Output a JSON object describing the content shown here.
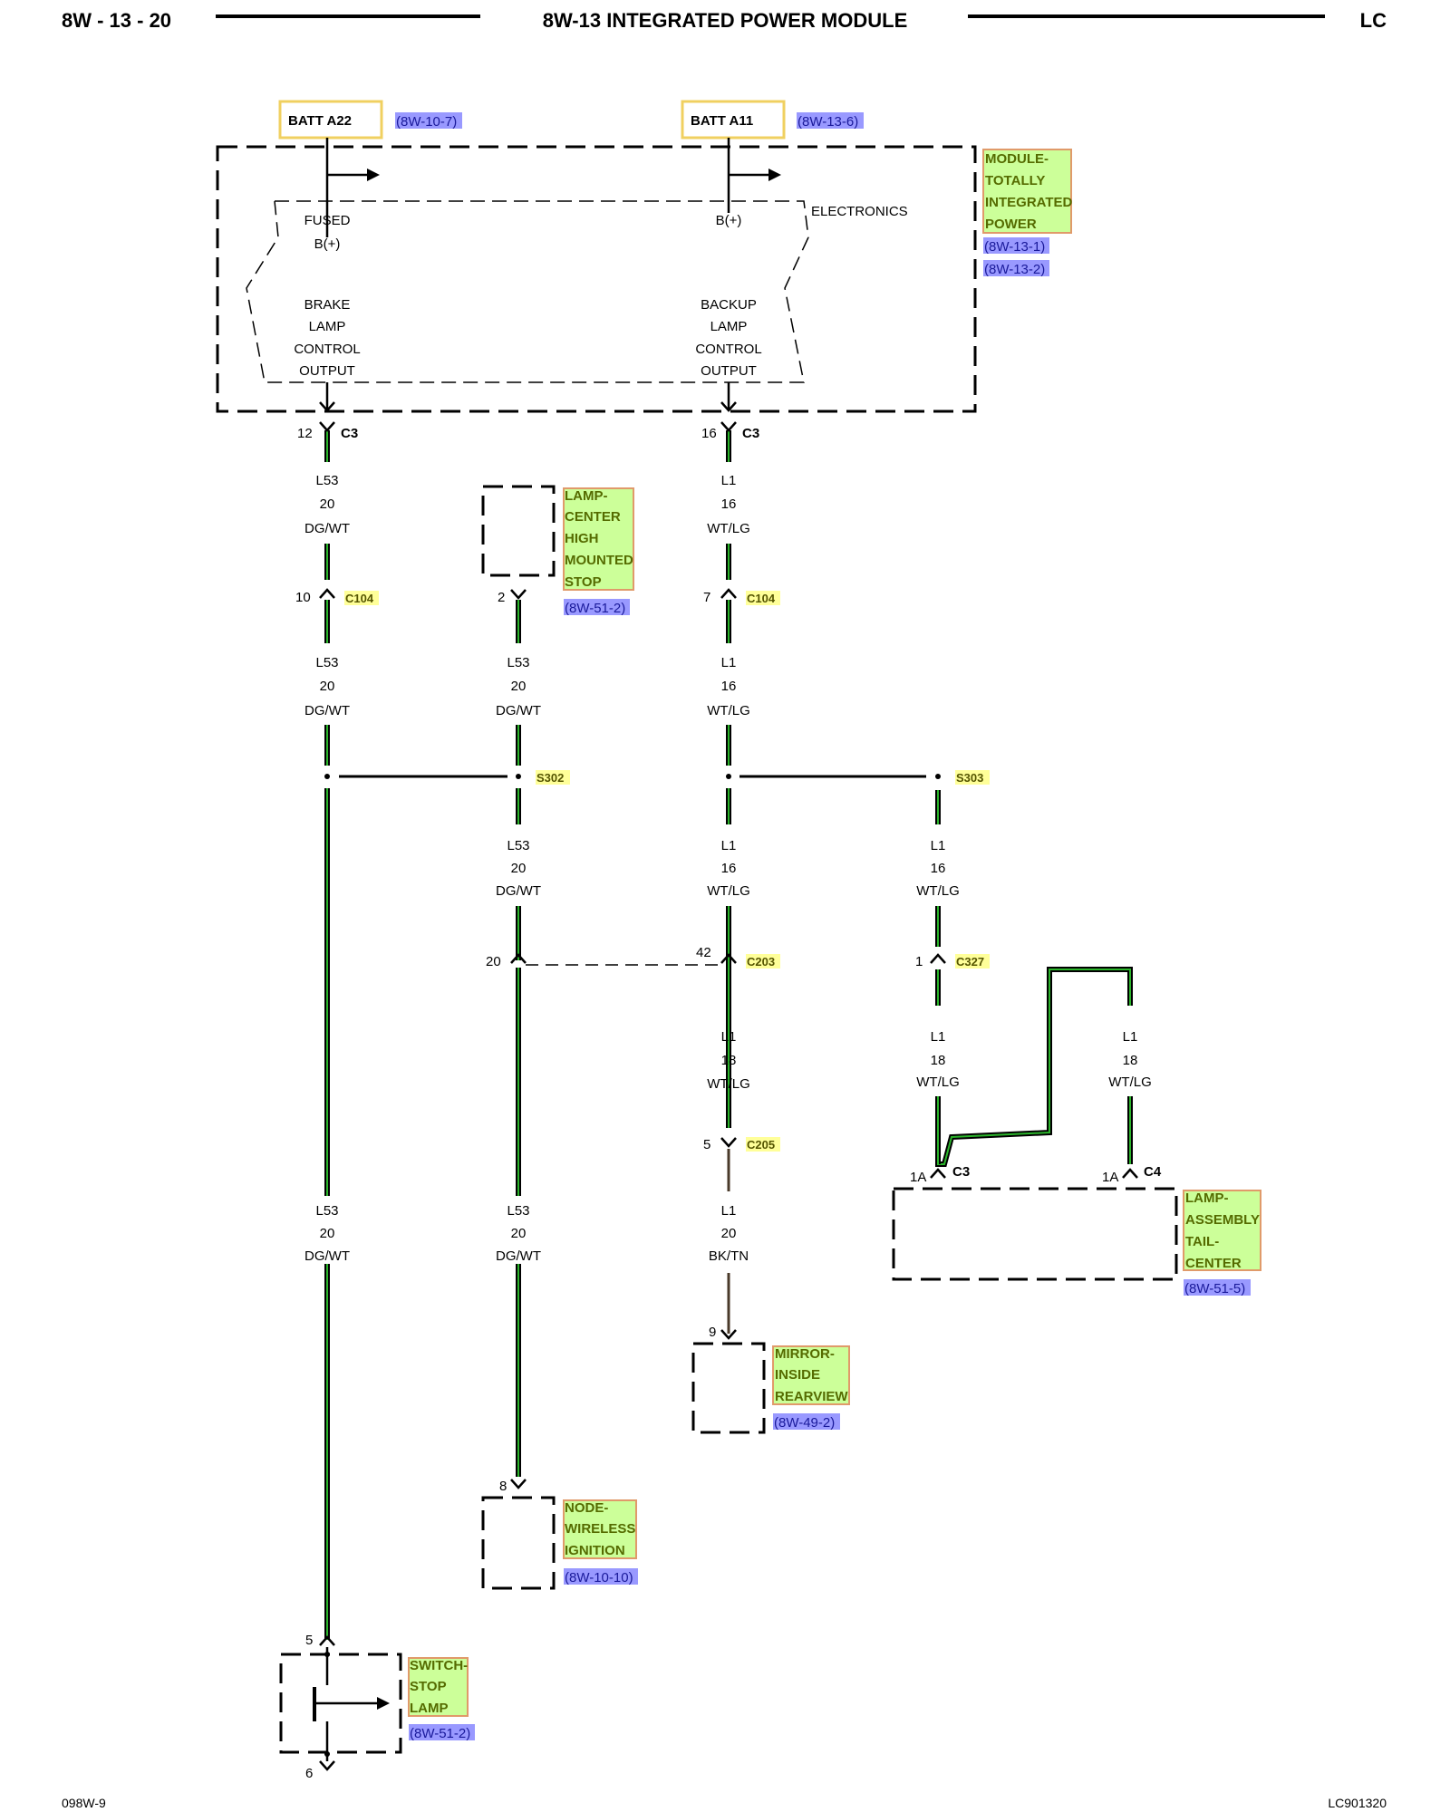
{
  "header": {
    "page_code": "8W - 13 - 20",
    "title": "8W-13 INTEGRATED POWER MODULE",
    "model": "LC"
  },
  "footer": {
    "left": "098W-9",
    "right": "LC901320"
  },
  "sources": {
    "batt_a22": {
      "label": "BATT A22",
      "ref": "(8W-10-7)"
    },
    "batt_a11": {
      "label": "BATT A11",
      "ref": "(8W-13-6)"
    }
  },
  "module": {
    "name": [
      "MODULE-",
      "TOTALLY",
      "INTEGRATED",
      "POWER"
    ],
    "refs": [
      "(8W-13-1)",
      "(8W-13-2)"
    ],
    "electronics": "ELECTRONICS",
    "fused_label": [
      "FUSED",
      "B(+)"
    ],
    "bplus_label": "B(+)",
    "brake_output": [
      "BRAKE",
      "LAMP",
      "CONTROL",
      "OUTPUT"
    ],
    "backup_output": [
      "BACKUP",
      "LAMP",
      "CONTROL",
      "OUTPUT"
    ]
  },
  "connectors": {
    "c3_brake": {
      "pin": "12",
      "name": "C3"
    },
    "c3_backup": {
      "pin": "16",
      "name": "C3"
    },
    "c104_left": {
      "pin": "10",
      "name": "C104"
    },
    "c104_right": {
      "pin": "7",
      "name": "C104"
    },
    "chmsl_pin": "2",
    "s302": "S302",
    "s303": "S303",
    "c203_left_pin": "20",
    "c203_right_pin": "42",
    "c203": "C203",
    "c327_pin": "1",
    "c327": "C327",
    "c205_pin": "5",
    "c205": "C205",
    "tail_c3_pin": "1A",
    "tail_c3": "C3",
    "tail_c4_pin": "1A",
    "tail_c4": "C4",
    "mirror_pin": "9",
    "wireless_pin": "8",
    "switch_top_pin": "5",
    "switch_bottom_pin": "6"
  },
  "wires": {
    "l53_20_dgwt": [
      "L53",
      "20",
      "DG/WT"
    ],
    "l1_16_wtlg": [
      "L1",
      "16",
      "WT/LG"
    ],
    "l1_18_wtlg": [
      "L1",
      "18",
      "WT/LG"
    ],
    "l1_20_bktn": [
      "L1",
      "20",
      "BK/TN"
    ]
  },
  "components": {
    "chmsl": {
      "name": [
        "LAMP-",
        "CENTER",
        "HIGH",
        "MOUNTED",
        "STOP"
      ],
      "ref": "(8W-51-2)"
    },
    "tail": {
      "name": [
        "LAMP-",
        "ASSEMBLY",
        "TAIL-",
        "CENTER"
      ],
      "ref": "(8W-51-5)"
    },
    "mirror": {
      "name": [
        "MIRROR-",
        "INSIDE",
        "REARVIEW"
      ],
      "ref": "(8W-49-2)"
    },
    "wireless": {
      "name": [
        "NODE-",
        "WIRELESS",
        "IGNITION"
      ],
      "ref": "(8W-10-10)"
    },
    "switch": {
      "name": [
        "SWITCH-",
        "STOP",
        "LAMP"
      ],
      "ref": "(8W-51-2)"
    }
  },
  "colors": {
    "wire_green": "#2bb52b",
    "wire_brown": "#4a3a2a",
    "label_fill": "#ccff99",
    "label_border": "#e09a6a",
    "ref_fill": "#9999ff",
    "connector_fill": "#ffff99",
    "batt_box": "#f0d060"
  }
}
